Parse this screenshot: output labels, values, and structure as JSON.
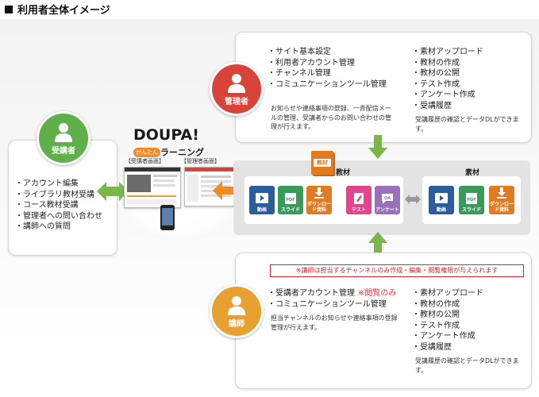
{
  "title": "利用者全体イメージ",
  "admin": {
    "role": "管理者",
    "left_items": [
      "サイト基本設定",
      "利用者アカウント管理",
      "チャンネル管理",
      "コミュニケーションツール管理"
    ],
    "left_note": "お知らせや連絡事項の登録、一斉配信メールの管理、受講者からのお問い合わせの管理が行えます。",
    "right_items": [
      "素材アップロード",
      "教材の作成",
      "教材の公開",
      "テスト作成",
      "アンケート作成",
      "受講履歴"
    ],
    "right_note": "受講履歴の確認とデータDLができます。"
  },
  "learner": {
    "role": "受講者",
    "items": [
      "アカウント編集",
      "ライブラリ教材受講",
      "コース教材受講",
      "管理者への問い合わせ",
      "講師への質問"
    ]
  },
  "logo": {
    "main": "DOUPA!",
    "sub_left": "かんたん",
    "sub_right": "ラーニング",
    "learner_screen": "【受講者画面】",
    "admin_screen": "【管理者画面】"
  },
  "center": {
    "kyouzai_label": "教材",
    "sozai_label": "素材",
    "box_tag": "教材",
    "tiles_left": [
      "動画",
      "スライド",
      "ダウンロード資料"
    ],
    "tiles_mid": [
      "テスト",
      "アンケート"
    ],
    "tiles_right": [
      "動画",
      "スライド",
      "ダウンロード資料"
    ],
    "icon_text": {
      "pdf": "PDF",
      "qa": "QA"
    }
  },
  "instructor": {
    "role": "講師",
    "notice": "※講師は担当するチャンネルのみ作成・編集・閲覧権限が与えられます",
    "left_items": [
      "受講者アカウント管理",
      "コミュニケーションツール管理"
    ],
    "left_first_suffix": "※閲覧のみ",
    "left_note": "担当チャンネルのお知らせや連絡事項の登録管理が行えます。",
    "right_items": [
      "素材アップロード",
      "教材の作成",
      "教材の公開",
      "テスト作成",
      "アンケート作成",
      "受講履歴"
    ],
    "right_note": "受講履歴の確認とデータDLができます。"
  },
  "colors": {
    "admin": "#d9443a",
    "learner": "#5fb04a",
    "instructor": "#e8a030",
    "arrow_green": "#7ab648",
    "arrow_orange": "#f08a24"
  }
}
